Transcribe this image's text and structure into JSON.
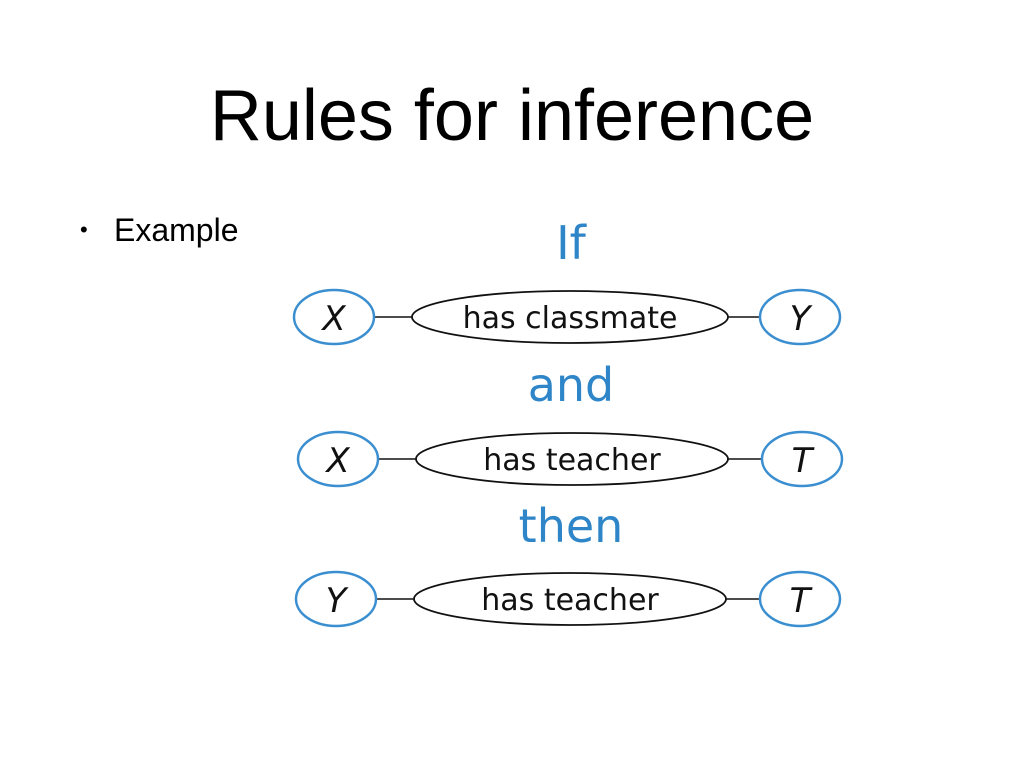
{
  "title": "Rules for inference",
  "bullet": {
    "label": "Example"
  },
  "diagram": {
    "keywords": {
      "if": "If",
      "and": "and",
      "then": "then"
    },
    "rows": [
      {
        "subject": "X",
        "relation": "has classmate",
        "object": "Y"
      },
      {
        "subject": "X",
        "relation": "has teacher",
        "object": "T"
      },
      {
        "subject": "Y",
        "relation": "has teacher",
        "object": "T"
      }
    ]
  },
  "colors": {
    "keyword": "#2e86c8",
    "node_outline": "#3b8fd0",
    "node_text": "#111111",
    "relation_outline": "#111111"
  }
}
